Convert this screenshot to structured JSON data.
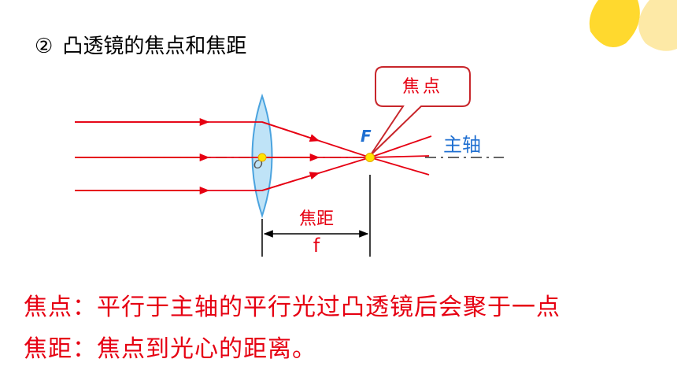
{
  "title": {
    "number": "②",
    "text": "凸透镜的焦点和焦距"
  },
  "diagram": {
    "focus_callout": "焦点",
    "focus_label": "F",
    "optical_center_label": "O",
    "principal_axis_label": "主轴",
    "focal_length_label": "焦距",
    "focal_length_symbol": "f"
  },
  "definitions": [
    {
      "text": "焦点：平行于主轴的平行光过凸透镜后会聚于一点"
    },
    {
      "text": "焦距：焦点到光心的距离。"
    }
  ],
  "colors": {
    "ray": "#e60012",
    "lens_fill": "#bfe3f7",
    "lens_stroke": "#4aa3df",
    "point": "#ffe400",
    "axis_label": "#1f6fd1",
    "deco": "#ffd92e"
  }
}
